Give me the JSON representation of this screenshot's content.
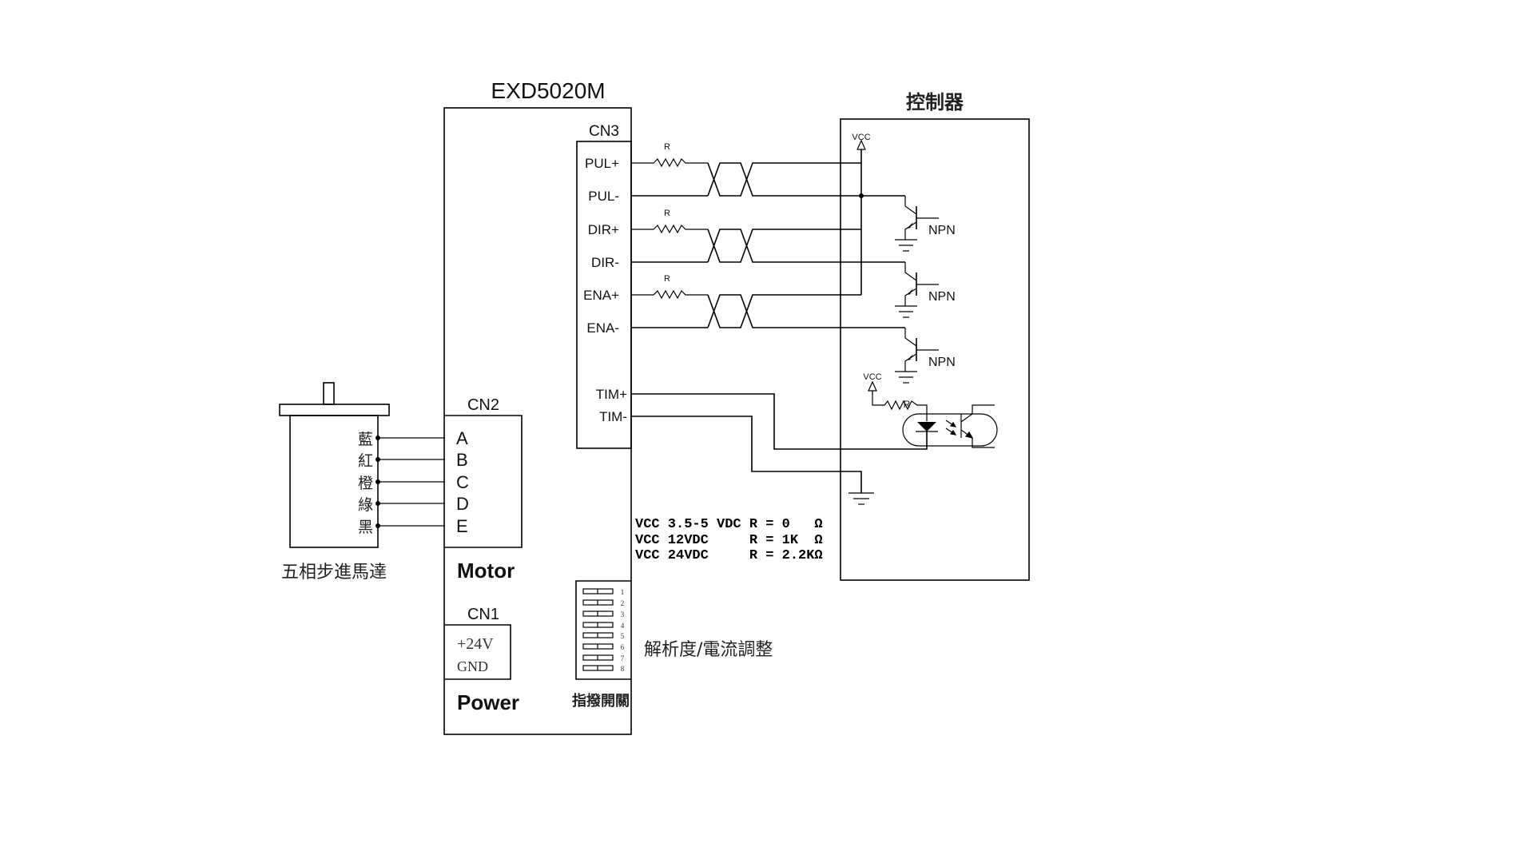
{
  "driver": {
    "title": "EXD5020M",
    "cn3": {
      "label": "CN3",
      "pins": [
        "PUL+",
        "PUL-",
        "DIR+",
        "DIR-",
        "ENA+",
        "ENA-",
        "TIM+",
        "TIM-"
      ],
      "resistor_label": "R"
    },
    "cn2": {
      "label": "CN2",
      "pins": [
        "A",
        "B",
        "C",
        "D",
        "E"
      ]
    },
    "motor_section_label": "Motor",
    "cn1": {
      "label": "CN1",
      "pins": [
        "+24V",
        "GND"
      ]
    },
    "power_section_label": "Power",
    "dip_switch": {
      "label": "指撥開關",
      "numbers": [
        "1",
        "2",
        "3",
        "4",
        "5",
        "6",
        "7",
        "8"
      ]
    },
    "dip_note": "解析度/電流調整"
  },
  "motor": {
    "label": "五相步進馬達",
    "wire_colors": [
      "藍",
      "紅",
      "橙",
      "綠",
      "黑"
    ]
  },
  "controller": {
    "title": "控制器",
    "vcc_label": "VCC",
    "transistor_label": "NPN",
    "resistor_label": "R"
  },
  "resistor_table": [
    "VCC 3.5-5 VDC R = 0   Ω",
    "VCC 12VDC     R = 1K  Ω",
    "VCC 24VDC     R = 2.2KΩ"
  ]
}
